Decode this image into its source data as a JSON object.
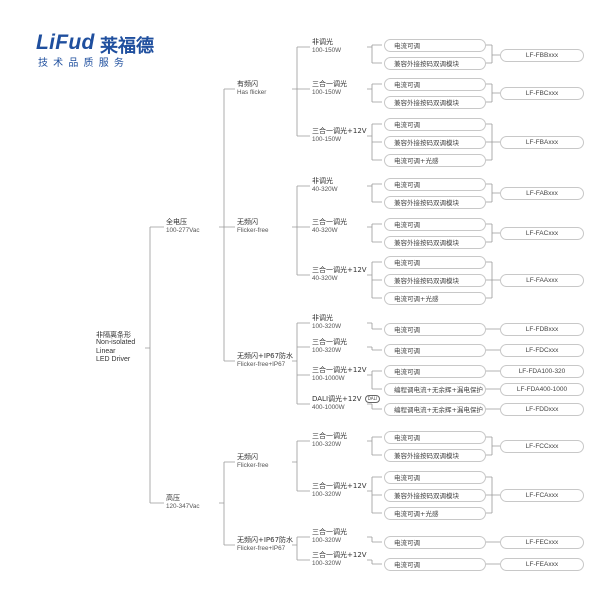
{
  "logo": {
    "wordmark": "LiFud",
    "name_cn": "莱福德",
    "slogan": "技 术 品 质 服 务",
    "color": "#1f4f9e"
  },
  "root": {
    "cn": "非隔离条形",
    "en1": "Non-isolated",
    "en2": "Linear",
    "en3": "LED Driver"
  },
  "voltage": [
    {
      "cn": "全电压",
      "spec": "100-277Vac"
    },
    {
      "cn": "高压",
      "spec": "120-347Vac"
    }
  ],
  "flicker": [
    {
      "cn": "有频闪",
      "en": "Has flicker"
    },
    {
      "cn": "无频闪",
      "en": "Flicker-free"
    },
    {
      "cn": "无频闪+IP67防水",
      "en": "Flicker-free+IP67"
    },
    {
      "cn": "无频闪",
      "en": "Flicker-free"
    },
    {
      "cn": "无频闪+IP67防水",
      "en": "Flicker-free+IP67"
    }
  ],
  "dimming": [
    {
      "cn": "非调光",
      "spec": "100-150W"
    },
    {
      "cn": "三合一调光",
      "spec": "100-150W"
    },
    {
      "cn": "三合一调光+12V",
      "spec": "100-150W"
    },
    {
      "cn": "非调光",
      "spec": "40-320W"
    },
    {
      "cn": "三合一调光",
      "spec": "40-320W"
    },
    {
      "cn": "三合一调光+12V",
      "spec": "40-320W"
    },
    {
      "cn": "非调光",
      "spec": "100-320W"
    },
    {
      "cn": "三合一调光",
      "spec": "100-320W"
    },
    {
      "cn": "三合一调光+12V",
      "spec": "100-1000W"
    },
    {
      "cn": "DALI调光+12V",
      "spec": "400-1000W",
      "badge": "DALI"
    },
    {
      "cn": "三合一调光",
      "spec": "100-320W"
    },
    {
      "cn": "三合一调光+12V",
      "spec": "100-320W"
    },
    {
      "cn": "三合一调光",
      "spec": "100-320W"
    },
    {
      "cn": "三合一调光+12V",
      "spec": "100-320W"
    }
  ],
  "functions": [
    "电流可调",
    "兼容外接按码双调模块",
    "电流可调",
    "兼容外接按码双调模块",
    "电流可调",
    "兼容外接按码双调模块",
    "电流可调+光感",
    "电流可调",
    "兼容外接按码双调模块",
    "电流可调",
    "兼容外接按码双调模块",
    "电流可调",
    "兼容外接按码双调模块",
    "电流可调+光感",
    "电流可调",
    "电流可调",
    "电流可调",
    "编程调电流+无余辉+漏电保护",
    "编程调电流+无余辉+漏电保护",
    "电流可调",
    "兼容外接按码双调模块",
    "电流可调",
    "兼容外接按码双调模块",
    "电流可调+光感",
    "电流可调",
    "电流可调"
  ],
  "skus": [
    "LF-FBBxxx",
    "LF-FBCxxx",
    "LF-FBAxxx",
    "LF-FABxxx",
    "LF-FACxxx",
    "LF-FAAxxx",
    "LF-FDBxxx",
    "LF-FDCxxx",
    "LF-FDA100-320",
    "LF-FDA400-1000",
    "LF-FDDxxx",
    "LF-FCCxxx",
    "LF-FCAxxx",
    "LF-FECxxx",
    "LF-FEAxxx"
  ]
}
